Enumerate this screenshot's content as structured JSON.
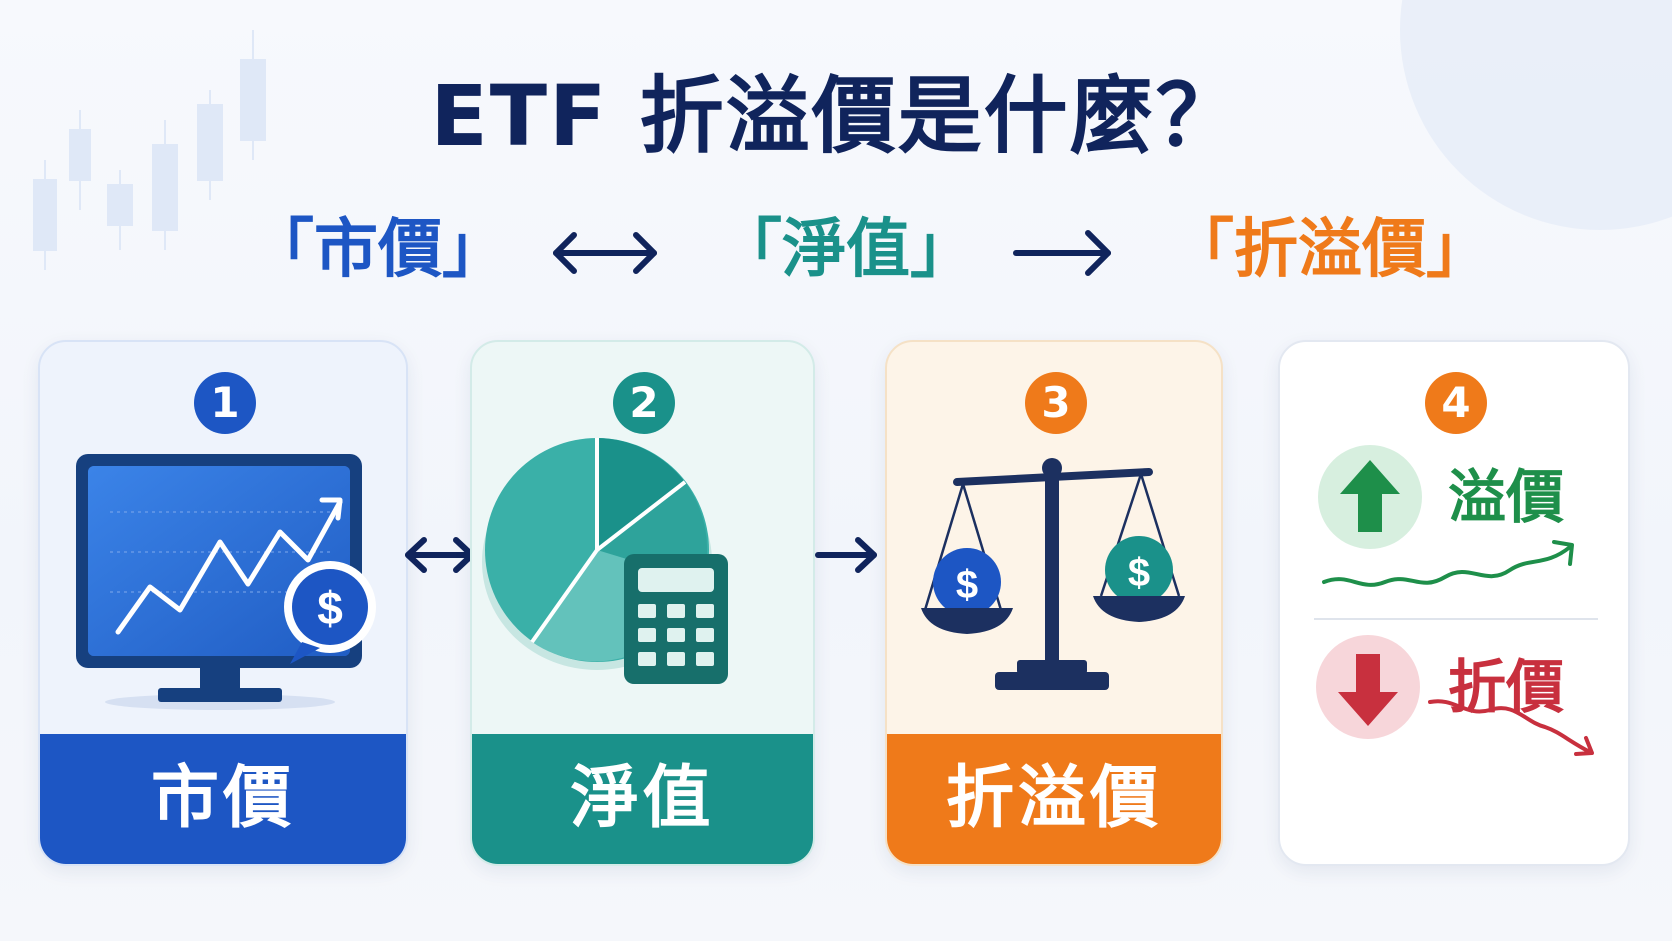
{
  "title": "ETF 折溢價是什麼？",
  "subtitle": {
    "market": "「市價」",
    "nav": "「淨值」",
    "premium_discount": "「折溢價」"
  },
  "cards": [
    {
      "number": "1",
      "label": "市價",
      "icon": "monitor-chart-dollar-icon",
      "color": "#1d56c4"
    },
    {
      "number": "2",
      "label": "淨值",
      "icon": "pie-chart-calculator-icon",
      "color": "#1a918a"
    },
    {
      "number": "3",
      "label": "折溢價",
      "icon": "balance-scale-icon",
      "color": "#ef7a1a"
    },
    {
      "number": "4",
      "premium": "溢價",
      "discount": "折價",
      "color": "#ef7a1a",
      "premium_icon": "up-arrow-icon",
      "discount_icon": "down-arrow-icon",
      "premium_color": "#1e8f4a",
      "discount_color": "#c8303e"
    }
  ],
  "colors": {
    "title": "#10245c",
    "blue": "#1d56c4",
    "teal": "#1a918a",
    "orange": "#ef7a1a"
  }
}
